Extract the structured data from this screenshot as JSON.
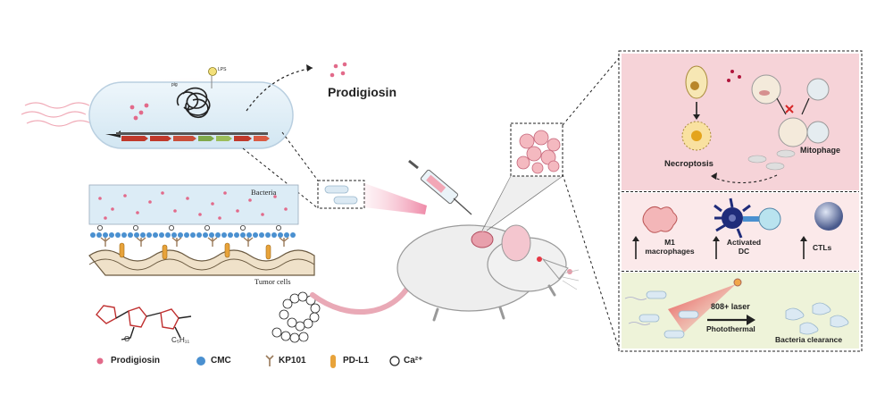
{
  "bacterium": {
    "gene_cluster_label": "pig",
    "promoter_label": "LPS"
  },
  "product_label": "Prodigiosin",
  "interface": {
    "top_label": "Bacteria",
    "bottom_label": "Tumor cells"
  },
  "legend": {
    "prodigiosin": "Prodigiosin",
    "cmc": "CMC",
    "kp101": "KP101",
    "pdl1": "PD-L1",
    "calcium": "Ca²⁺",
    "substituent_o": "O",
    "substituent_alkyl": "C₅H₁₁"
  },
  "panel_top": {
    "necroptosis": "Necroptosis",
    "mitophage": "Mitophage"
  },
  "panel_mid": {
    "m1": "M1\nmacrophages",
    "dc": "Activated\nDC",
    "ctl": "CTLs"
  },
  "panel_bottom": {
    "laser": "808+ laser",
    "photothermal": "Photothermal",
    "clearance": "Bacteria clearance"
  },
  "colors": {
    "prodigiosin": "#e26a8a",
    "cmc": "#4a90d0",
    "pdl1": "#e8a33a",
    "panel_top_bg": "#f6d3d8",
    "panel_mid_bg": "#fbe9ea",
    "panel_bottom_bg": "#eef3d9"
  }
}
